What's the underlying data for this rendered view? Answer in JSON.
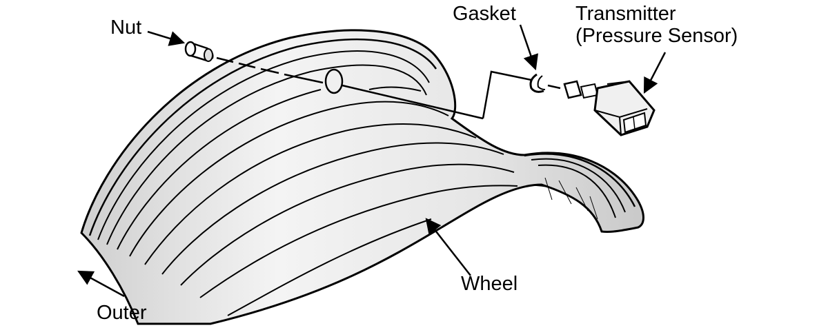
{
  "labels": {
    "nut": "Nut",
    "gasket": "Gasket",
    "transmitter_line1": "Transmitter",
    "transmitter_line2": "(Pressure Sensor)",
    "wheel": "Wheel",
    "outer": "Outer"
  }
}
